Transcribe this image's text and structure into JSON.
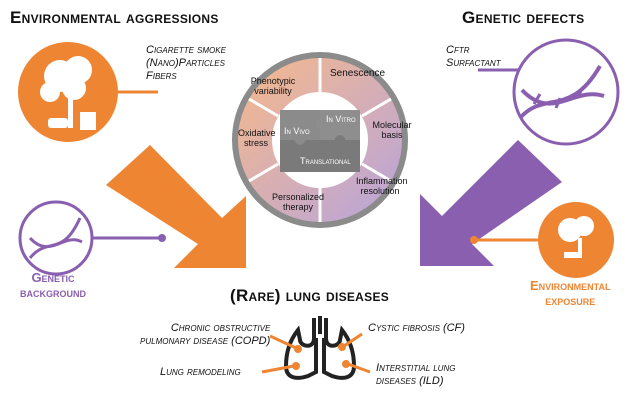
{
  "titles": {
    "environmental": "Environmental aggressions",
    "genetic": "Genetic defects",
    "diseases": "(Rare) lung diseases"
  },
  "environmental_list": [
    "Cigarette smoke",
    "(Nano)Particles",
    "Fibers"
  ],
  "genetic_list": [
    "Cftr",
    "Surfactant"
  ],
  "side_labels": {
    "genetic_background": [
      "Genetic",
      "background"
    ],
    "environmental_exposure": [
      "Environmental",
      "exposure"
    ]
  },
  "circle_segments": [
    "Senescence",
    "Molecular basis",
    "Inflammation resolution",
    "Personalized therapy",
    "Oxidative stress",
    "Phenotypic variability"
  ],
  "puzzle": [
    "In Vitro",
    "In Vivo",
    "Translational"
  ],
  "diseases": {
    "copd": [
      "Chronic obstructive",
      "pulmonary disease (COPD)"
    ],
    "remodeling": "Lung remodeling",
    "cf": "Cystic fibrosis (CF)",
    "ild": [
      "Interstitial lung",
      "diseases (ILD)"
    ]
  },
  "colors": {
    "orange": "#ee8533",
    "purple": "#8a5fb0",
    "gray": "#7f7f7f"
  }
}
